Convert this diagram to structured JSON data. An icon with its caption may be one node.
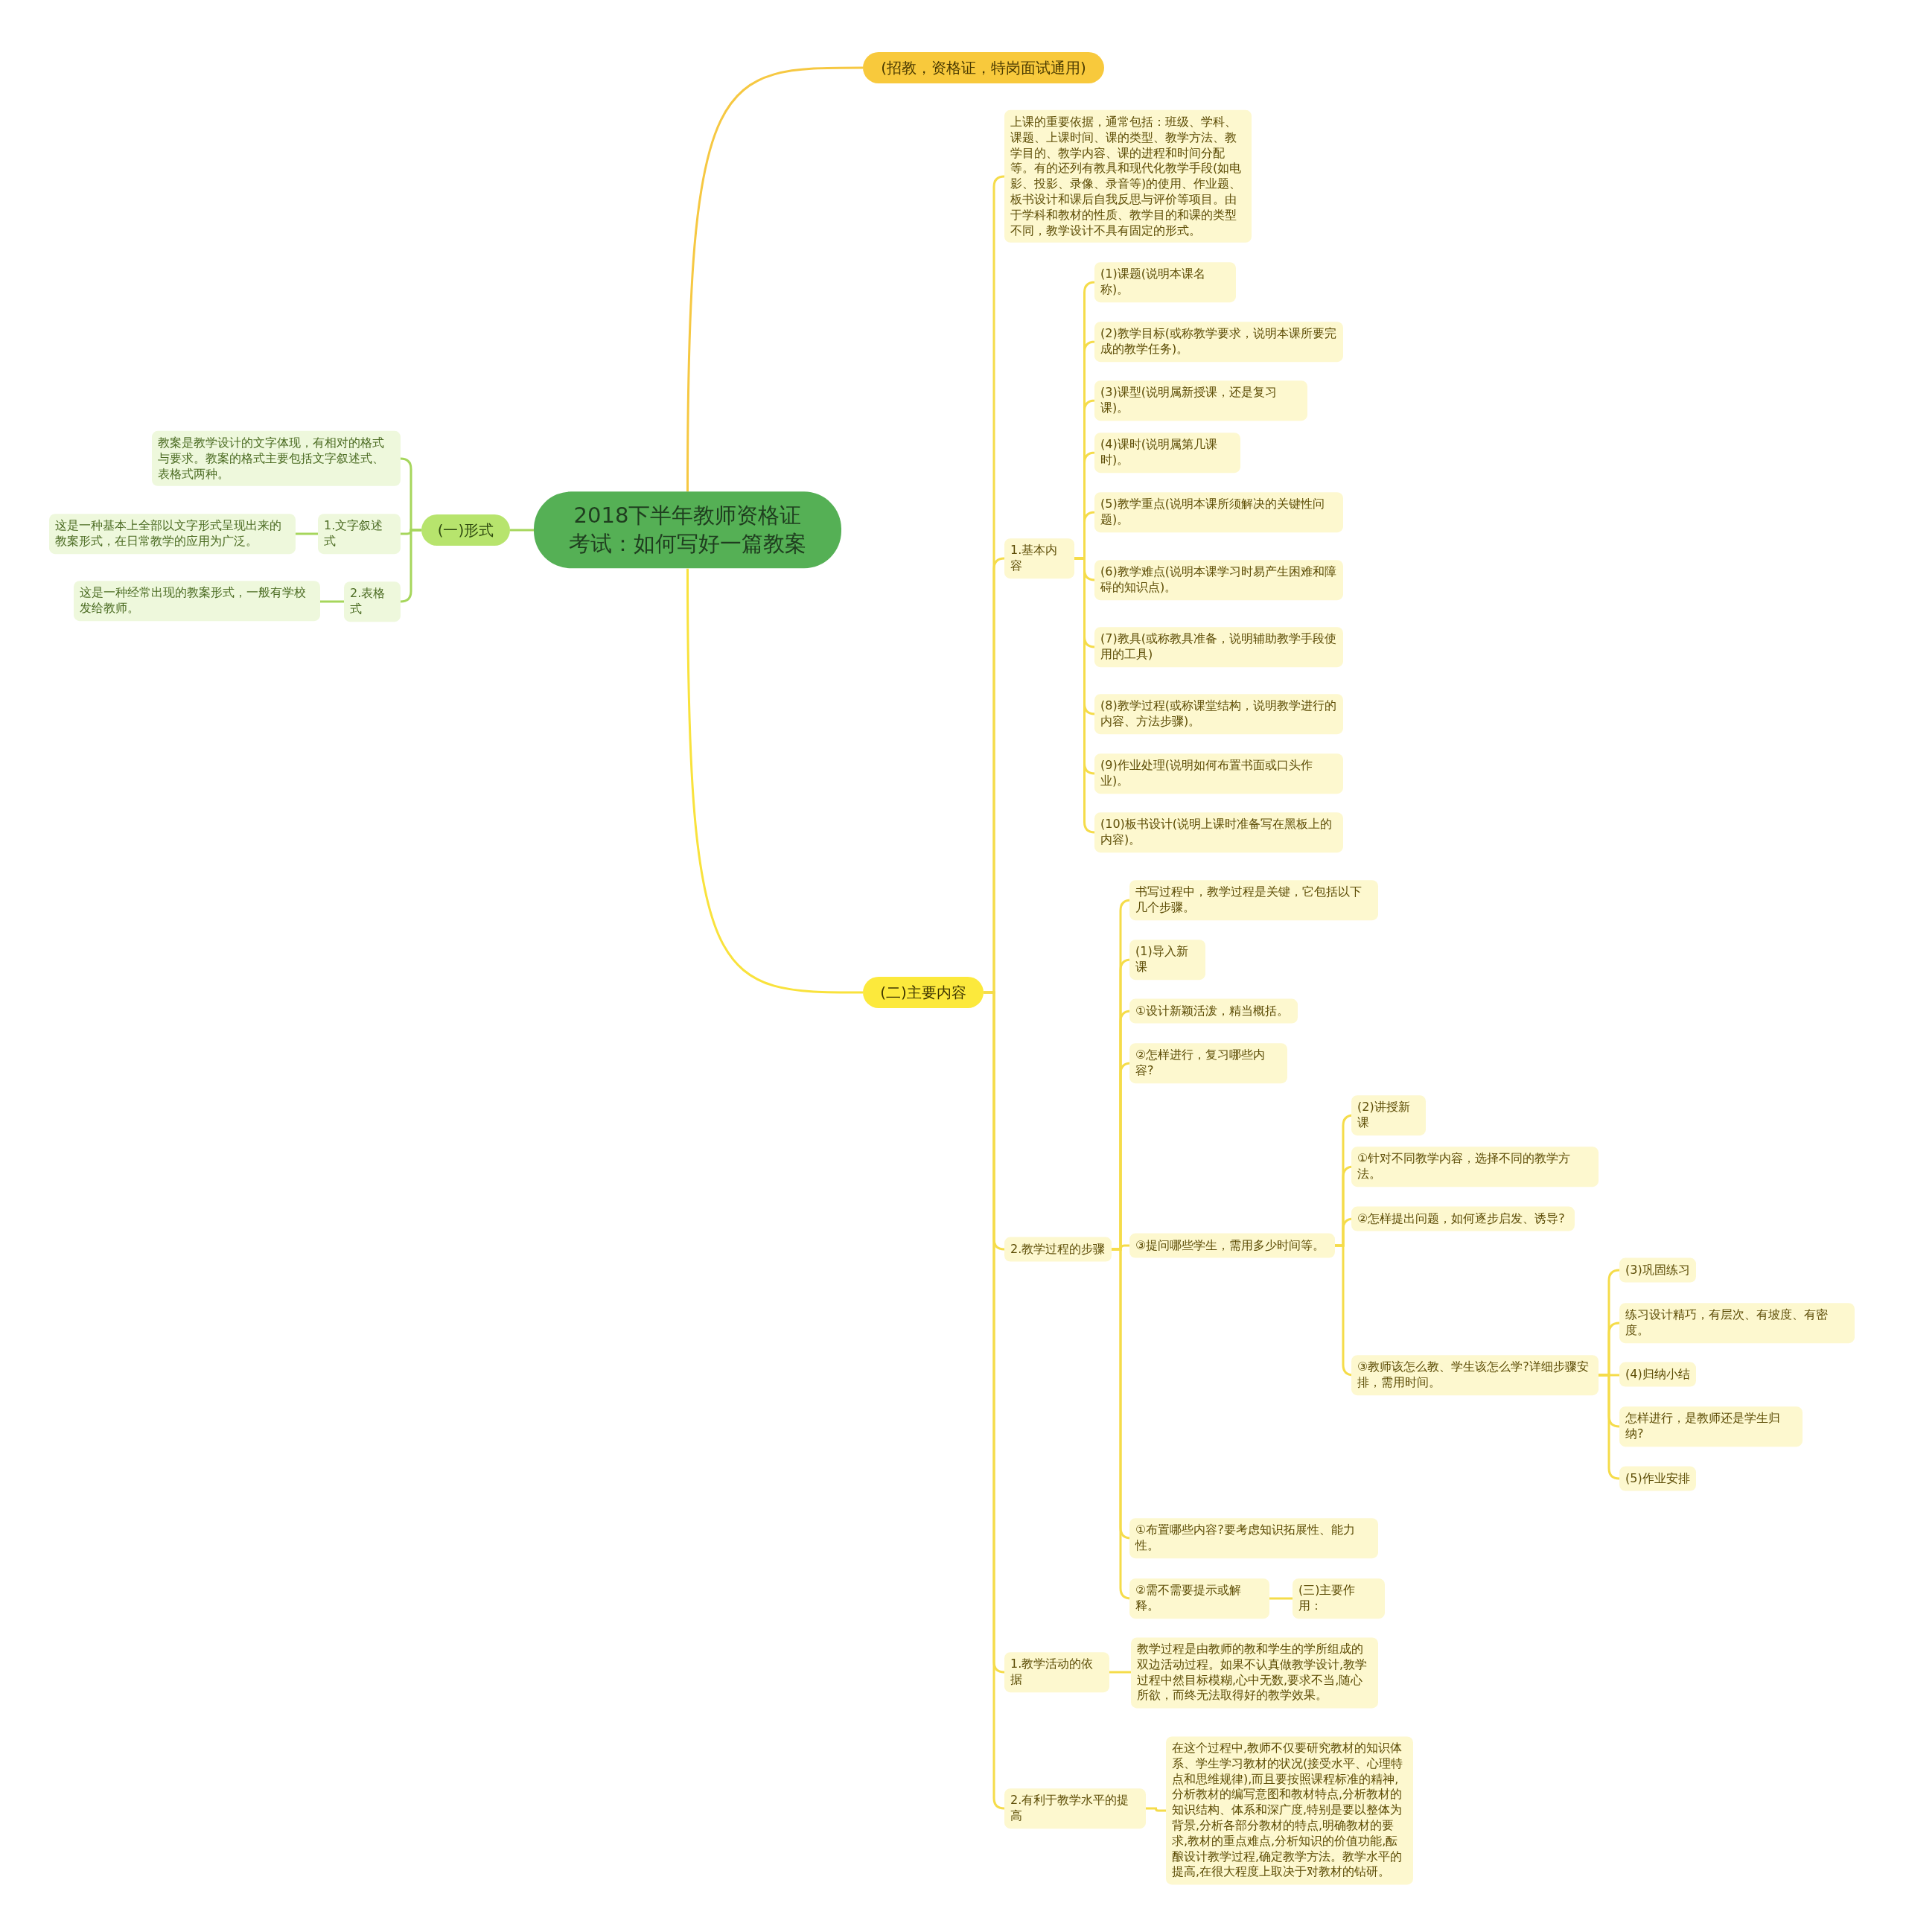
{
  "diagram": {
    "nodes": [
      {
        "text": [
          "2018下半年教师资格证考试：如何写好一篇教案"
        ]
      },
      {
        "text": [
          "(一)形式"
        ]
      },
      {
        "text": [
          "教案是教学设计的文字体现，有相对的格式与要求。教案的格式主要包括文字叙述式、表格式两种。"
        ]
      },
      {
        "text": [
          "1.文字叙述式"
        ]
      },
      {
        "text": [
          "这是一种基本上全部以文字形式呈现出来的教案形式，在日常教学的应用为广泛。"
        ]
      },
      {
        "text": [
          "2.表格式"
        ]
      },
      {
        "text": [
          "这是一种经常出现的教案形式，一般有学校发给教师。"
        ]
      },
      {
        "text": [
          "(招教，资格证，特岗面试通用)"
        ]
      },
      {
        "text": [
          "(二)主要内容"
        ]
      },
      {
        "text": [
          "上课的重要依据，通常包括：班级、学科、课题、上课时间、课的类型、教学方法、教学目的、教学内容、课的进程和时间分配等。有的还列有教具和现代化教学手段(如电影、投影、录像、录音等)的使用、作业题、板书设计和课后自我反思与评价等项目。由于学科和教材的性质、教学目的和课的类型不同，教学设计不具有固定的形式。"
        ]
      },
      {
        "text": [
          "1.基本内容"
        ]
      },
      {
        "text": [
          "(1)课题(说明本课名称)。"
        ]
      },
      {
        "text": [
          "(2)教学目标(或称教学要求，说明本课所要完成的教学任务)。"
        ]
      },
      {
        "text": [
          "(3)课型(说明属新授课，还是复习课)。"
        ]
      },
      {
        "text": [
          "(4)课时(说明属第几课时)。"
        ]
      },
      {
        "text": [
          "(5)教学重点(说明本课所须解决的关键性问题)。"
        ]
      },
      {
        "text": [
          "(6)教学难点(说明本课学习时易产生困难和障碍的知识点)。"
        ]
      },
      {
        "text": [
          "(7)教具(或称教具准备，说明辅助教学手段使用的工具)"
        ]
      },
      {
        "text": [
          "(8)教学过程(或称课堂结构，说明教学进行的内容、方法步骤)。"
        ]
      },
      {
        "text": [
          "(9)作业处理(说明如何布置书面或口头作业)。"
        ]
      },
      {
        "text": [
          "(10)板书设计(说明上课时准备写在黑板上的内容)。"
        ]
      },
      {
        "text": [
          "2.教学过程的步骤"
        ]
      },
      {
        "text": [
          "书写过程中，教学过程是关键，它包括以下几个步骤。"
        ]
      },
      {
        "text": [
          "(1)导入新课"
        ]
      },
      {
        "text": [
          "①设计新颖活泼，精当概括。"
        ]
      },
      {
        "text": [
          "②怎样进行，复习哪些内容?"
        ]
      },
      {
        "text": [
          "③提问哪些学生，需用多少时间等。"
        ]
      },
      {
        "text": [
          "(2)讲授新课"
        ]
      },
      {
        "text": [
          "①针对不同教学内容，选择不同的教学方法。"
        ]
      },
      {
        "text": [
          "②怎样提出问题，如何逐步启发、诱导?"
        ]
      },
      {
        "text": [
          "③教师该怎么教、学生该怎么学?详细步骤安排，需用时间。"
        ]
      },
      {
        "text": [
          "(3)巩固练习"
        ]
      },
      {
        "text": [
          "练习设计精巧，有层次、有坡度、有密度。"
        ]
      },
      {
        "text": [
          "(4)归纳小结"
        ]
      },
      {
        "text": [
          "怎样进行，是教师还是学生归纳?"
        ]
      },
      {
        "text": [
          "(5)作业安排"
        ]
      },
      {
        "text": [
          "①布置哪些内容?要考虑知识拓展性、能力性。"
        ]
      },
      {
        "text": [
          "②需不需要提示或解释。"
        ]
      },
      {
        "text": [
          "(三)主要作用："
        ]
      },
      {
        "text": [
          "1.教学活动的依据"
        ]
      },
      {
        "text": [
          "教学过程是由教师的教和学生的学所组成的双边活动过程。如果不认真做教学设计,教学过程中然目标模糊,心中无数,要求不当,随心所欲，而终无法取得好的教学效果。"
        ]
      },
      {
        "text": [
          "2.有利于教学水平的提高"
        ]
      },
      {
        "text": [
          "在这个过程中,教师不仅要研究教材的知识体系、学生学习教材的状况(接受水平、心理特点和思维规律),而且要按照课程标准的精神,分析教材的编写意图和教材特点,分析教材的知识结构、体系和深广度,特别是要以整体为背景,分析各部分教材的特点,明确教材的要求,教材的重点难点,分析知识的价值功能,酝酿设计教学过程,确定教学方法。教学水平的提高,在很大程度上取决于对教材的钻研。"
        ]
      }
    ],
    "edges": [
      {
        "from": 0,
        "to": 1,
        "arrow": "none",
        "color": "#a6d65c"
      },
      {
        "from": 1,
        "to": 2,
        "arrow": "none",
        "color": "#a6d65c"
      },
      {
        "from": 1,
        "to": 3,
        "arrow": "none",
        "color": "#a6d65c"
      },
      {
        "from": 3,
        "to": 4,
        "arrow": "none",
        "color": "#a6d65c"
      },
      {
        "from": 1,
        "to": 5,
        "arrow": "none",
        "color": "#a6d65c"
      },
      {
        "from": 5,
        "to": 6,
        "arrow": "none",
        "color": "#a6d65c"
      },
      {
        "from": 0,
        "to": 7,
        "arrow": "none"
      },
      {
        "from": 0,
        "to": 8,
        "arrow": "none"
      },
      {
        "from": 8,
        "to": 9,
        "arrow": "none"
      },
      {
        "from": 8,
        "to": 10,
        "arrow": "none"
      },
      {
        "from": 10,
        "to": 11,
        "arrow": "none"
      },
      {
        "from": 10,
        "to": 12,
        "arrow": "none"
      },
      {
        "from": 10,
        "to": 13,
        "arrow": "none"
      },
      {
        "from": 10,
        "to": 14,
        "arrow": "none"
      },
      {
        "from": 10,
        "to": 15,
        "arrow": "none"
      },
      {
        "from": 10,
        "to": 16,
        "arrow": "none"
      },
      {
        "from": 10,
        "to": 17,
        "arrow": "none"
      },
      {
        "from": 10,
        "to": 18,
        "arrow": "none"
      },
      {
        "from": 10,
        "to": 19,
        "arrow": "none"
      },
      {
        "from": 10,
        "to": 20,
        "arrow": "none"
      },
      {
        "from": 8,
        "to": 21,
        "arrow": "none"
      },
      {
        "from": 21,
        "to": 22,
        "arrow": "none"
      },
      {
        "from": 21,
        "to": 23,
        "arrow": "none"
      },
      {
        "from": 21,
        "to": 24,
        "arrow": "none"
      },
      {
        "from": 21,
        "to": 25,
        "arrow": "none"
      },
      {
        "from": 21,
        "to": 26,
        "arrow": "none"
      },
      {
        "from": 26,
        "to": 27,
        "arrow": "none"
      },
      {
        "from": 26,
        "to": 28,
        "arrow": "none"
      },
      {
        "from": 26,
        "to": 29,
        "arrow": "none"
      },
      {
        "from": 26,
        "to": 30,
        "arrow": "none"
      },
      {
        "from": 30,
        "to": 31,
        "arrow": "none"
      },
      {
        "from": 30,
        "to": 32,
        "arrow": "none"
      },
      {
        "from": 30,
        "to": 33,
        "arrow": "none"
      },
      {
        "from": 30,
        "to": 34,
        "arrow": "none"
      },
      {
        "from": 30,
        "to": 35,
        "arrow": "none"
      },
      {
        "from": 21,
        "to": 36,
        "arrow": "none"
      },
      {
        "from": 21,
        "to": 37,
        "arrow": "none"
      },
      {
        "from": 37,
        "to": 38,
        "arrow": "none"
      },
      {
        "from": 8,
        "to": 39,
        "arrow": "none"
      },
      {
        "from": 39,
        "to": 40,
        "arrow": "none"
      },
      {
        "from": 8,
        "to": 41,
        "arrow": "none"
      },
      {
        "from": 41,
        "to": 42,
        "arrow": "none"
      }
    ]
  }
}
